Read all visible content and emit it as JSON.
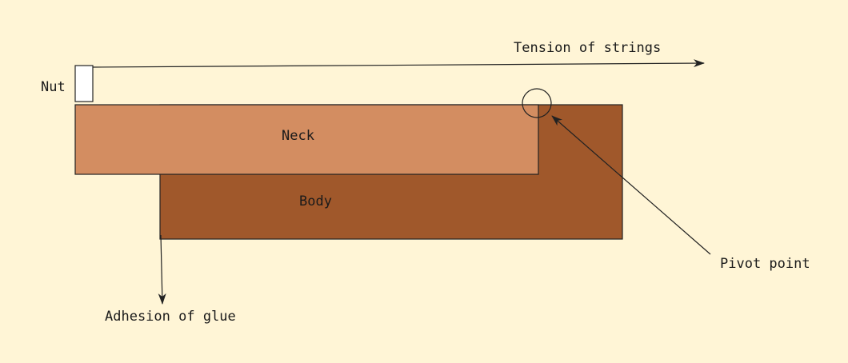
{
  "colors": {
    "background": "#fff5d6",
    "neck": "#d38d61",
    "body": "#a0582b",
    "nut": "#ffffff",
    "stroke": "#222222"
  },
  "labels": {
    "tension": "Tension of strings",
    "nut": "Nut",
    "neck": "Neck",
    "body": "Body",
    "pivot": "Pivot point",
    "adhesion": "Adhesion of glue"
  }
}
